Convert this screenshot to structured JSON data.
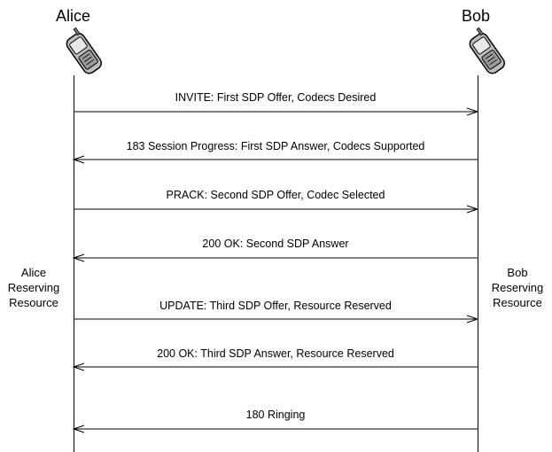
{
  "participants": {
    "alice": {
      "name": "Alice",
      "note": "Alice\nReserving\nResource",
      "icon": "mobile-phone-icon"
    },
    "bob": {
      "name": "Bob",
      "note": "Bob\nReserving\nResource",
      "icon": "mobile-phone-icon"
    }
  },
  "messages": [
    {
      "label": "INVITE: First SDP Offer, Codecs Desired",
      "from": "alice",
      "to": "bob"
    },
    {
      "label": "183 Session Progress: First SDP Answer, Codecs Supported",
      "from": "bob",
      "to": "alice"
    },
    {
      "label": "PRACK: Second SDP Offer, Codec Selected",
      "from": "alice",
      "to": "bob"
    },
    {
      "label": "200 OK: Second SDP Answer",
      "from": "bob",
      "to": "alice"
    },
    {
      "label": "UPDATE: Third SDP Offer, Resource Reserved",
      "from": "alice",
      "to": "bob"
    },
    {
      "label": "200 OK: Third SDP Answer, Resource Reserved",
      "from": "bob",
      "to": "alice"
    },
    {
      "label": "180 Ringing",
      "from": "bob",
      "to": "alice"
    }
  ]
}
